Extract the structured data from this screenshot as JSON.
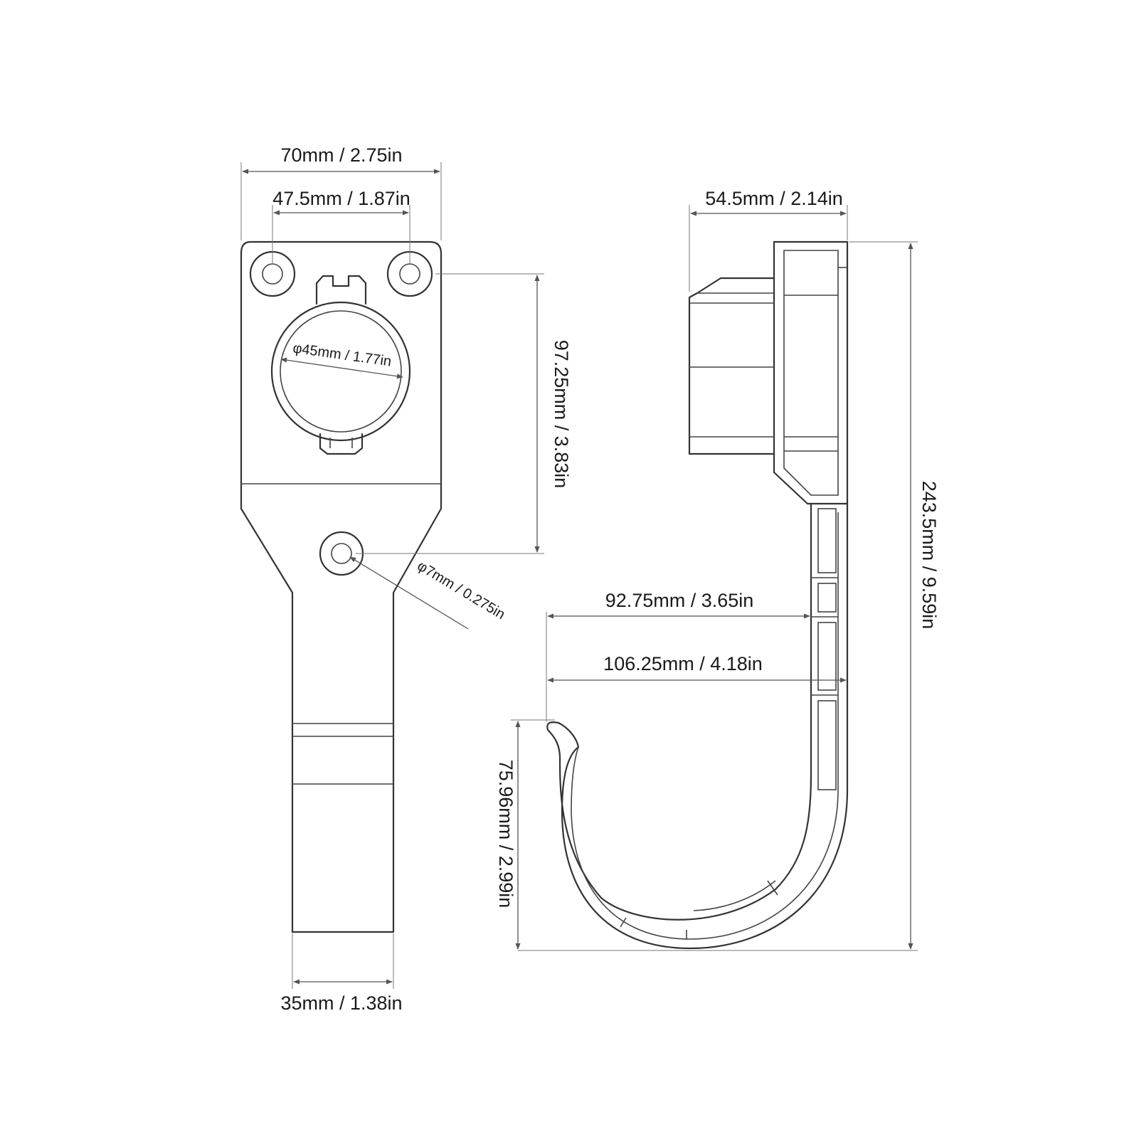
{
  "dimensions": {
    "front_overall_width": "70mm / 2.75in",
    "front_hole_spacing": "47.5mm / 1.87in",
    "front_socket_diameter": "φ45mm / 1.77in",
    "front_hole_to_hole_height": "97.25mm / 3.83in",
    "front_small_hole_diameter": "φ7mm / 0.275in",
    "front_stem_width": "35mm / 1.38in",
    "side_plate_depth": "54.5mm / 2.14in",
    "side_overall_height": "243.5mm / 9.59in",
    "side_hook_inner_reach": "92.75mm / 3.65in",
    "side_hook_outer_reach": "106.25mm / 4.18in",
    "side_hook_depth": "75.96mm / 2.99in"
  },
  "colors": {
    "line": "#333333",
    "text": "#1a1a1a",
    "background": "#ffffff"
  }
}
